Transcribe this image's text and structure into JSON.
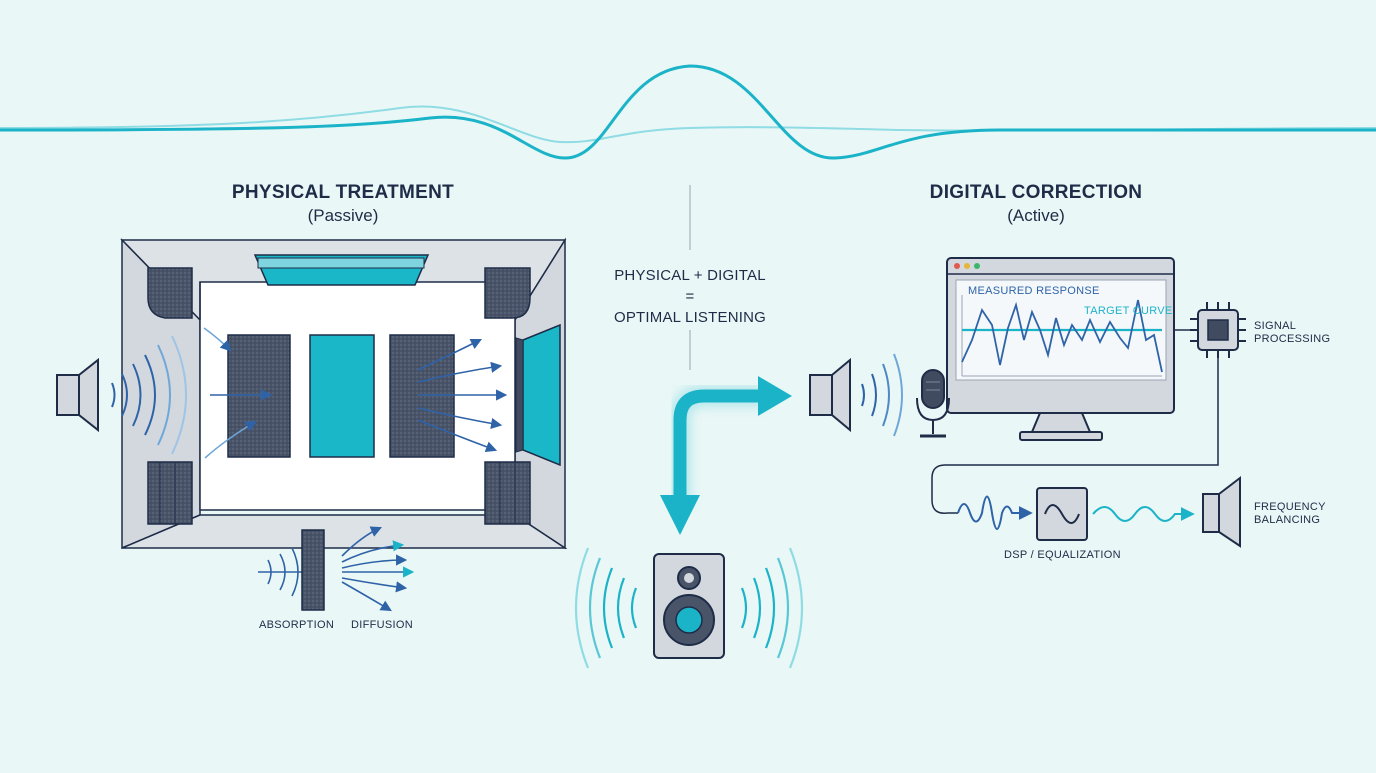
{
  "colors": {
    "background": "#e9f7f6",
    "teal": "#1bb3c8",
    "teal_light": "#8fdce4",
    "navy": "#1e2c48",
    "panel_dark": "#414b60",
    "panel_teal": "#1ab7c9",
    "blue_wave": "#2f63a8",
    "wall_gray": "#d3d8de"
  },
  "physical": {
    "title": "PHYSICAL TREATMENT",
    "subtitle": "(Passive)",
    "absorption_label": "ABSORPTION",
    "diffusion_label": "DIFFUSION"
  },
  "center": {
    "line1": "PHYSICAL + DIGITAL",
    "line2": "=",
    "line3": "OPTIMAL LISTENING"
  },
  "digital": {
    "title": "DIGITAL CORRECTION",
    "subtitle": "(Active)",
    "measured_label": "MEASURED RESPONSE",
    "target_label": "TARGET CURVE",
    "signal_label_1": "SIGNAL",
    "signal_label_2": "PROCESSING",
    "dsp_label": "DSP / EQUALIZATION",
    "freq_label_1": "FREQUENCY",
    "freq_label_2": "BALANCING"
  },
  "icons": [
    "speaker-icon",
    "microphone-icon",
    "monitor-icon",
    "chip-icon",
    "studio-monitor-icon",
    "dsp-box-icon"
  ]
}
